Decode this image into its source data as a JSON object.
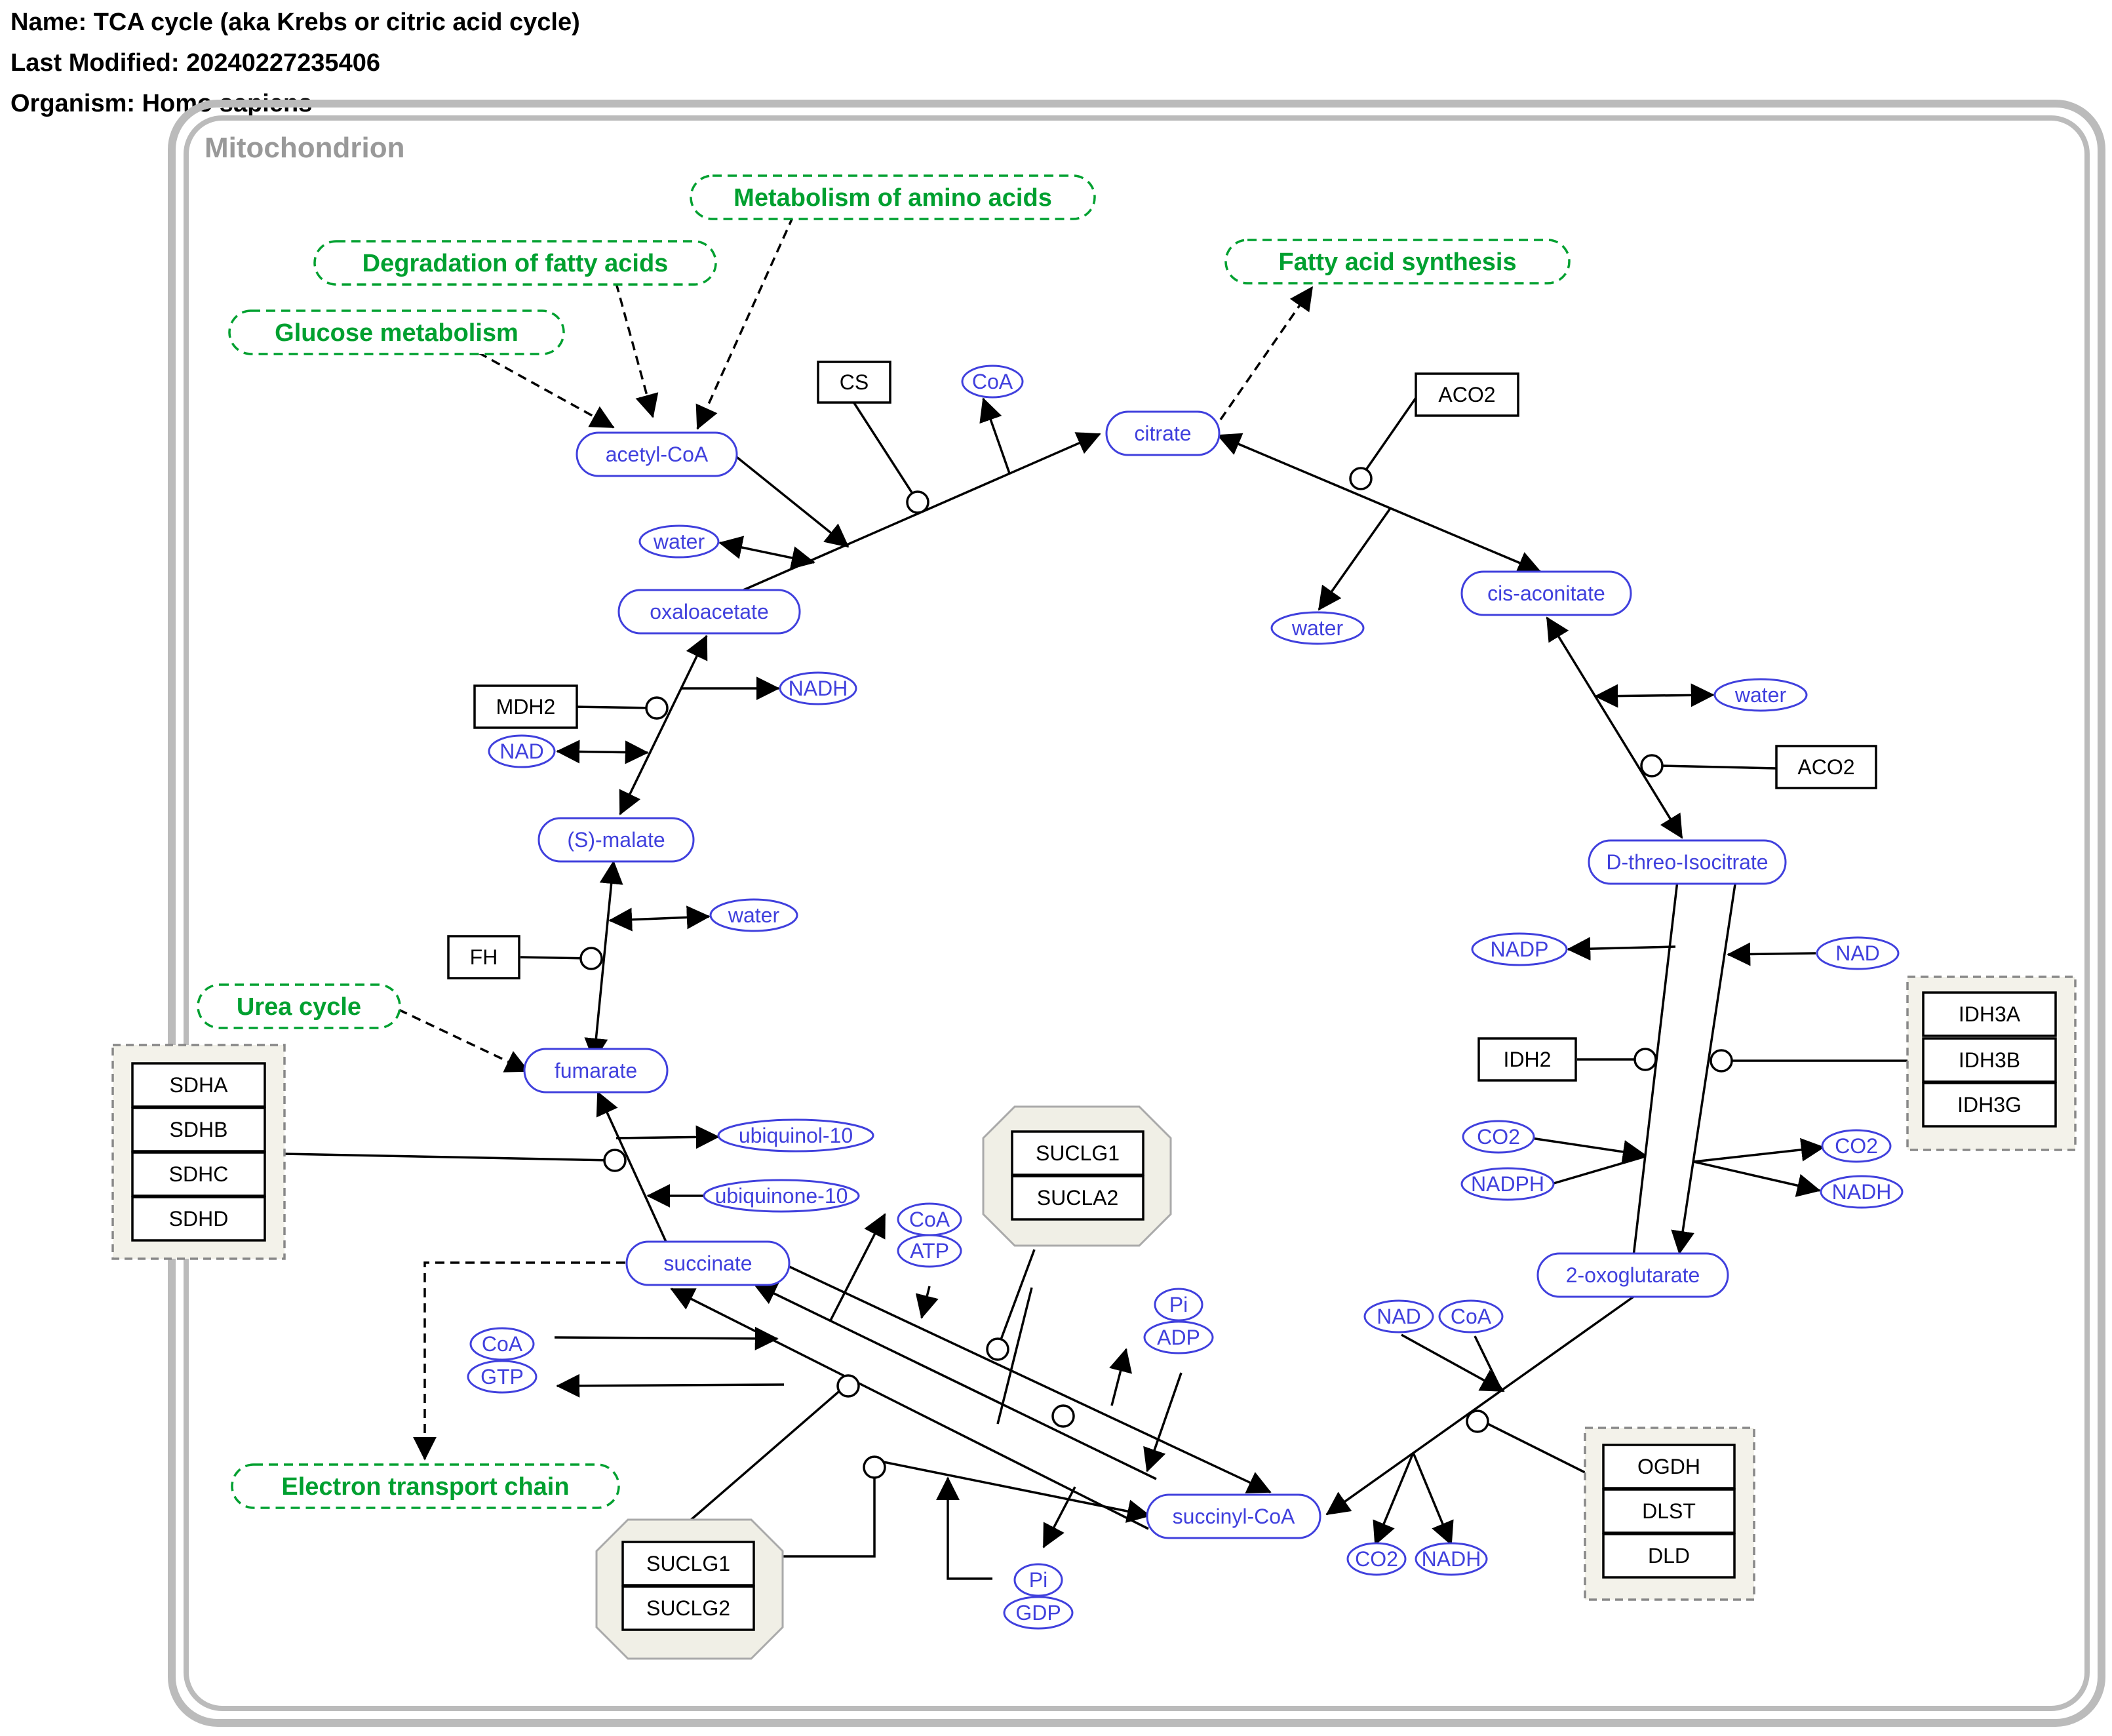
{
  "header": {
    "name": "Name: TCA cycle (aka Krebs or citric acid cycle)",
    "last_modified": "Last Modified: 20240227235406",
    "organism": "Organism: Homo sapiens"
  },
  "compartment": {
    "label": "Mitochondrion"
  },
  "colors": {
    "metabolite": "#4040dd",
    "pathway": "#00a030",
    "gene": "#000000",
    "compartment": "#bbbbbb"
  },
  "metabolites": {
    "acetyl_coa": "acetyl-CoA",
    "citrate": "citrate",
    "coa_cs": "CoA",
    "water_cs": "water",
    "oxaloacetate": "oxaloacetate",
    "cis_aconitate": "cis-aconitate",
    "water_aco": "water",
    "water_aco2": "water",
    "nadh_mdh": "NADH",
    "nad_mdh": "NAD",
    "s_malate": "(S)-malate",
    "water_fh": "water",
    "isocitrate": "D-threo-Isocitrate",
    "nadp_idh": "NADP",
    "nad_idh": "NAD",
    "co2_idh_in": "CO2",
    "nadph_idh": "NADPH",
    "co2_idh_out": "CO2",
    "nadh_idh": "NADH",
    "fumarate": "fumarate",
    "ubiquinol": "ubiquinol-10",
    "ubiquinone": "ubiquinone-10",
    "succinate": "succinate",
    "coa_atp": "CoA",
    "atp": "ATP",
    "coa_gtp": "CoA",
    "gtp": "GTP",
    "pi_adp": "Pi",
    "adp": "ADP",
    "oxoglutarate": "2-oxoglutarate",
    "nad_ogdh": "NAD",
    "coa_ogdh": "CoA",
    "succinyl_coa": "succinyl-CoA",
    "co2_ogdh": "CO2",
    "nadh_ogdh": "NADH",
    "pi_gdp": "Pi",
    "gdp": "GDP"
  },
  "genes": {
    "cs": "CS",
    "aco2_top": "ACO2",
    "aco2_right": "ACO2",
    "mdh2": "MDH2",
    "fh": "FH",
    "idh2": "IDH2",
    "idh3a": "IDH3A",
    "idh3b": "IDH3B",
    "idh3g": "IDH3G",
    "sdha": "SDHA",
    "sdhb": "SDHB",
    "sdhc": "SDHC",
    "sdhd": "SDHD",
    "suclg1_top": "SUCLG1",
    "sucla2": "SUCLA2",
    "suclg1_bottom": "SUCLG1",
    "suclg2": "SUCLG2",
    "ogdh": "OGDH",
    "dlst": "DLST",
    "dld": "DLD"
  },
  "pathways": {
    "amino_acids": "Metabolism of amino acids",
    "fatty_acid_deg": "Degradation of fatty acids",
    "fatty_acid_syn": "Fatty acid synthesis",
    "glucose": "Glucose metabolism",
    "urea": "Urea cycle",
    "etc": "Electron transport chain"
  }
}
